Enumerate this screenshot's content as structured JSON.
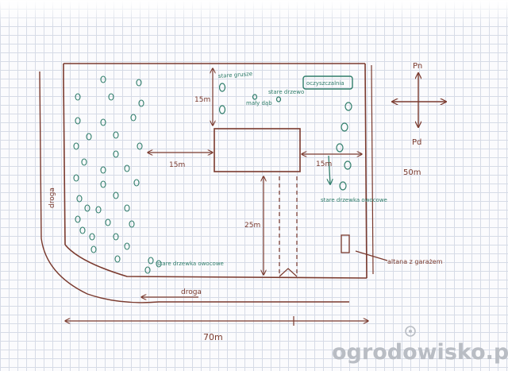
{
  "labels": {
    "north": "Pn",
    "south": "Pd",
    "old_pears": "stare grusze",
    "small_tree": "mały dąb",
    "old_tree": "stare drzewo",
    "sewage": "oczyszczalnia",
    "dim_15m_top": "15m",
    "dim_15m_left": "15m",
    "dim_15m_right": "15m",
    "dim_25m": "25m",
    "dim_50m": "50m",
    "dim_70m": "70m",
    "old_fruit_trees_right": "stare drzewka owocowe",
    "old_fruit_trees_bottom": "stare drzewka owocowe",
    "road_left": "droga",
    "road_bottom": "droga",
    "shed": "altana z garażem",
    "watermark": "ogrodowisko.pl"
  },
  "colors": {
    "ink": "#7a3a2e",
    "trees": "#2f7d6a",
    "watermark": "#b9bdc4"
  }
}
